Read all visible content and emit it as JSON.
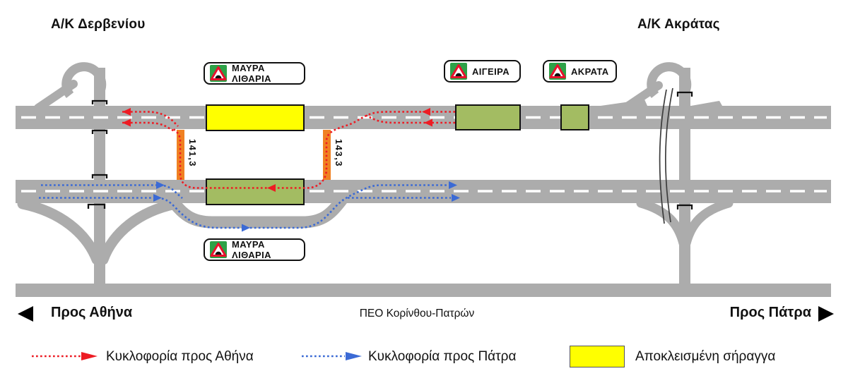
{
  "colors": {
    "road": "#acacac",
    "tunnel_open": "#a3bc62",
    "tunnel_closed": "#ffff00",
    "crossover": "#f08122",
    "flow_athens": "#ed1c24",
    "flow_patras": "#3b6ad5",
    "sign_green": "#2da147",
    "sign_red": "#e8112d"
  },
  "interchanges": {
    "left": "Α/Κ Δερβενίου",
    "right": "Α/Κ Ακράτας"
  },
  "tunnel_signs": [
    {
      "id": "mavra-litharia-top",
      "label": "ΜΑΥΡΑ ΛΙΘΑΡΙΑ"
    },
    {
      "id": "aigeira",
      "label": "ΑΙΓΕΙΡΑ"
    },
    {
      "id": "akrata",
      "label": "ΑΚΡΑΤΑ"
    },
    {
      "id": "mavra-litharia-bottom",
      "label": "ΜΑΥΡΑ ΛΙΘΑΡΙΑ"
    }
  ],
  "km_markers": [
    {
      "value": "141,3"
    },
    {
      "value": "143,3"
    }
  ],
  "directions": {
    "left": "Προς Αθήνα",
    "right": "Προς Πάτρα"
  },
  "old_road_label": "ΠΕΟ Κορίνθου-Πατρών",
  "legend": {
    "to_athens": "Κυκλοφορία προς Αθήνα",
    "to_patras": "Κυκλοφορία προς Πάτρα",
    "closed_tunnel": "Αποκλεισμένη σήραγγα"
  },
  "icons": {
    "tunnel_warning": "tunnel-warning-icon",
    "direction_left": "left-triangle-icon",
    "direction_right": "right-triangle-icon"
  }
}
